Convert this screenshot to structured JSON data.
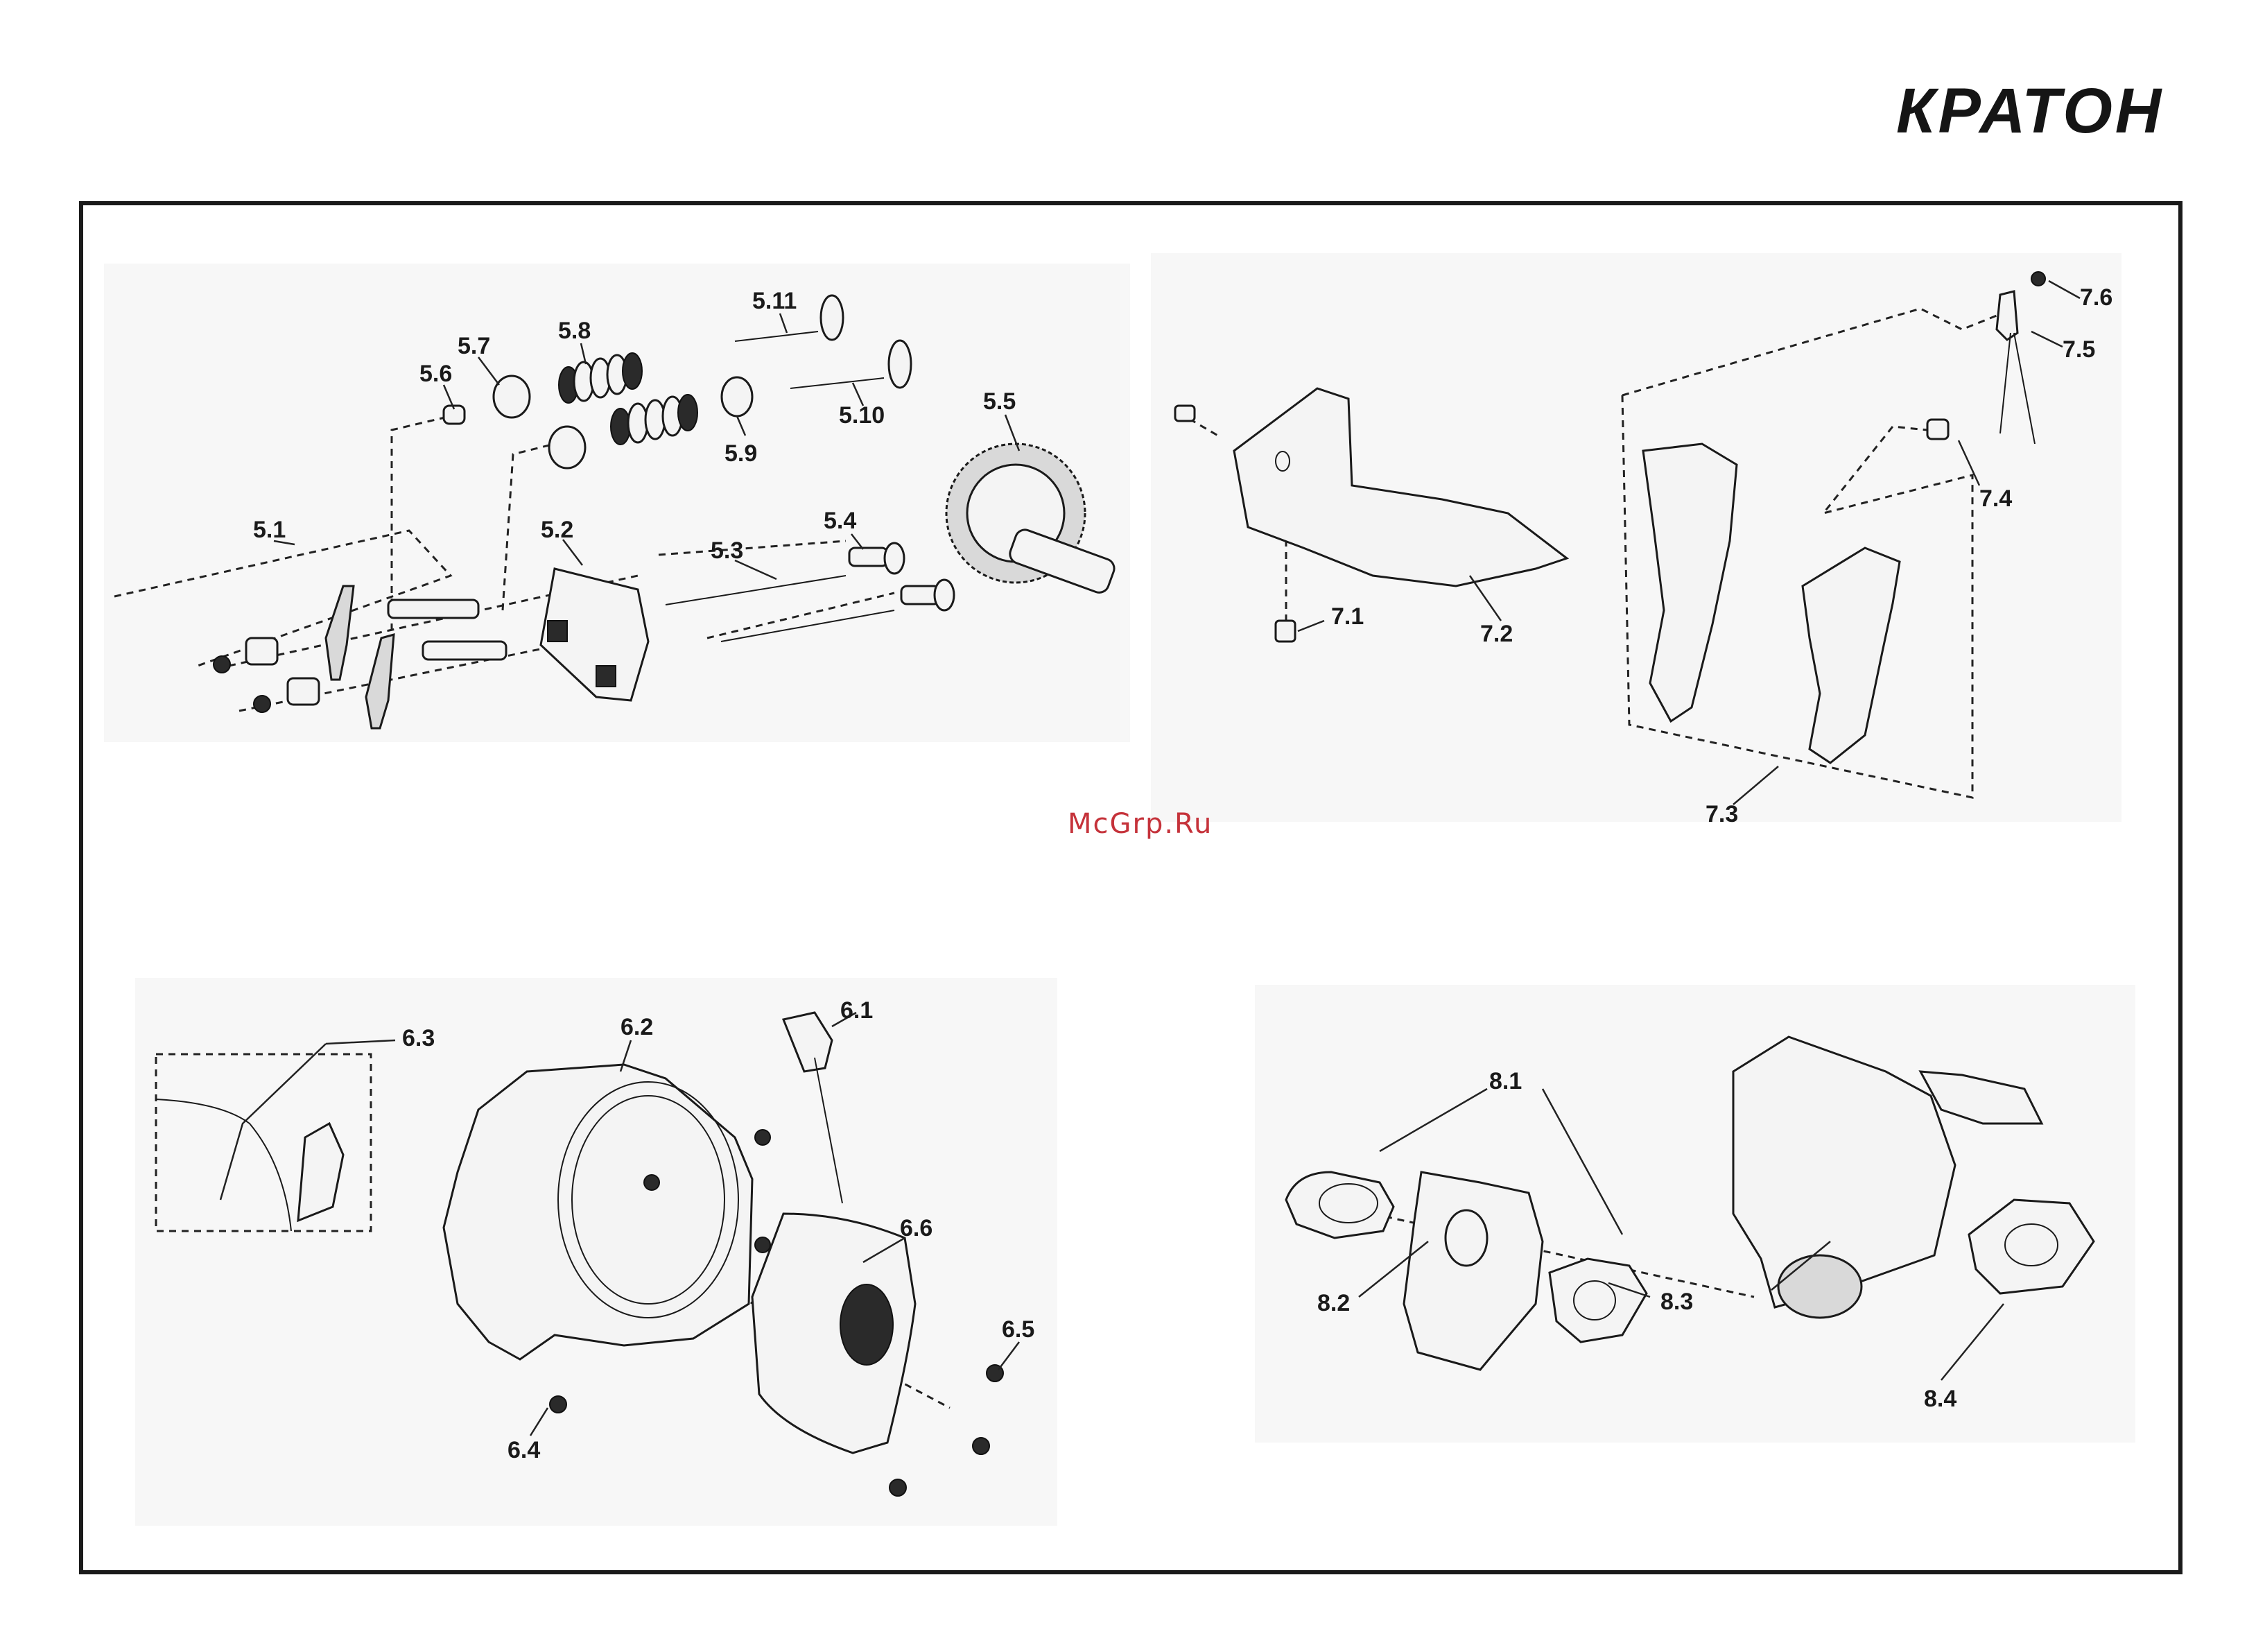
{
  "brand": {
    "logo_text": "КРАТОН"
  },
  "watermark": {
    "text": "McGrp.Ru"
  },
  "callouts": {
    "c5_1": "5.1",
    "c5_2": "5.2",
    "c5_3": "5.3",
    "c5_4": "5.4",
    "c5_5": "5.5",
    "c5_6": "5.6",
    "c5_7": "5.7",
    "c5_8": "5.8",
    "c5_9": "5.9",
    "c5_10": "5.10",
    "c5_11": "5.11",
    "c6_1": "6.1",
    "c6_2": "6.2",
    "c6_3": "6.3",
    "c6_4": "6.4",
    "c6_5": "6.5",
    "c6_6": "6.6",
    "c7_1": "7.1",
    "c7_2": "7.2",
    "c7_3": "7.3",
    "c7_4": "7.4",
    "c7_5": "7.5",
    "c7_6": "7.6",
    "c8_1": "8.1",
    "c8_2": "8.2",
    "c8_3": "8.3",
    "c8_4": "8.4"
  }
}
